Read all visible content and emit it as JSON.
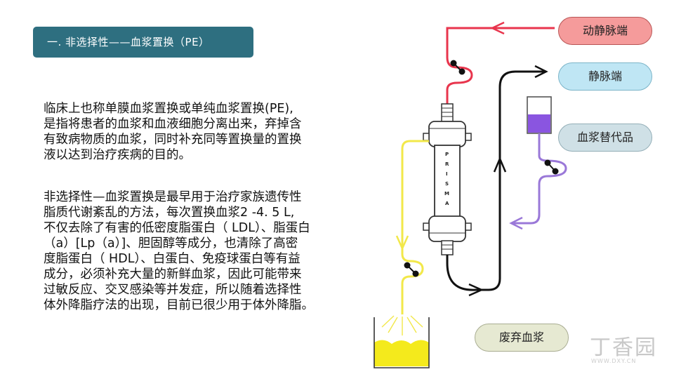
{
  "slide": {
    "title": "一. 非选择性——血浆置换（PE）",
    "paragraph1": "临床上也称单膜血浆置换或单纯血浆置换(PE),\n是指将患者的血浆和血液细胞分离出来，弃掉含\n有致病物质的血浆，同时补充同等置换量的置换\n液以达到治疗疾病的目的。",
    "paragraph2": "非选择性—血浆置换是最早用于治疗家族遗传性\n脂质代谢紊乱的方法，每次置换血浆2 -4. 5 L,\n不仅去除了有害的低密度脂蛋白（ LDL）、脂蛋白\n（a）[Lp（a）]、胆固醇等成分，也清除了高密\n度脂蛋白（ HDL）、白蛋白、免疫球蛋白等有益\n成分，必须补充大量的新鲜血浆，因此可能带来\n过敏反应、交叉感染等并发症，所以随着选择性\n体外降脂疗法的出现，目前已很少用于体外降脂。"
  },
  "diagram": {
    "labels": {
      "arterial": "动静脉端",
      "venous": "静脉端",
      "substitute": "血浆替代品",
      "waste": "废弃血浆"
    },
    "filter_brand": [
      "P",
      "R",
      "I",
      "S",
      "M",
      "A"
    ],
    "colors": {
      "arterial_line": "#e8354d",
      "venous_line": "#111111",
      "substitute_line": "#9a78d8",
      "waste_line": "#f2e84a",
      "waste_fluid": "#f4ea1c",
      "substitute_fluid": "#8a55e0"
    }
  },
  "watermark": {
    "brand": "丁香园",
    "url": "WWW.DXY.CN"
  }
}
